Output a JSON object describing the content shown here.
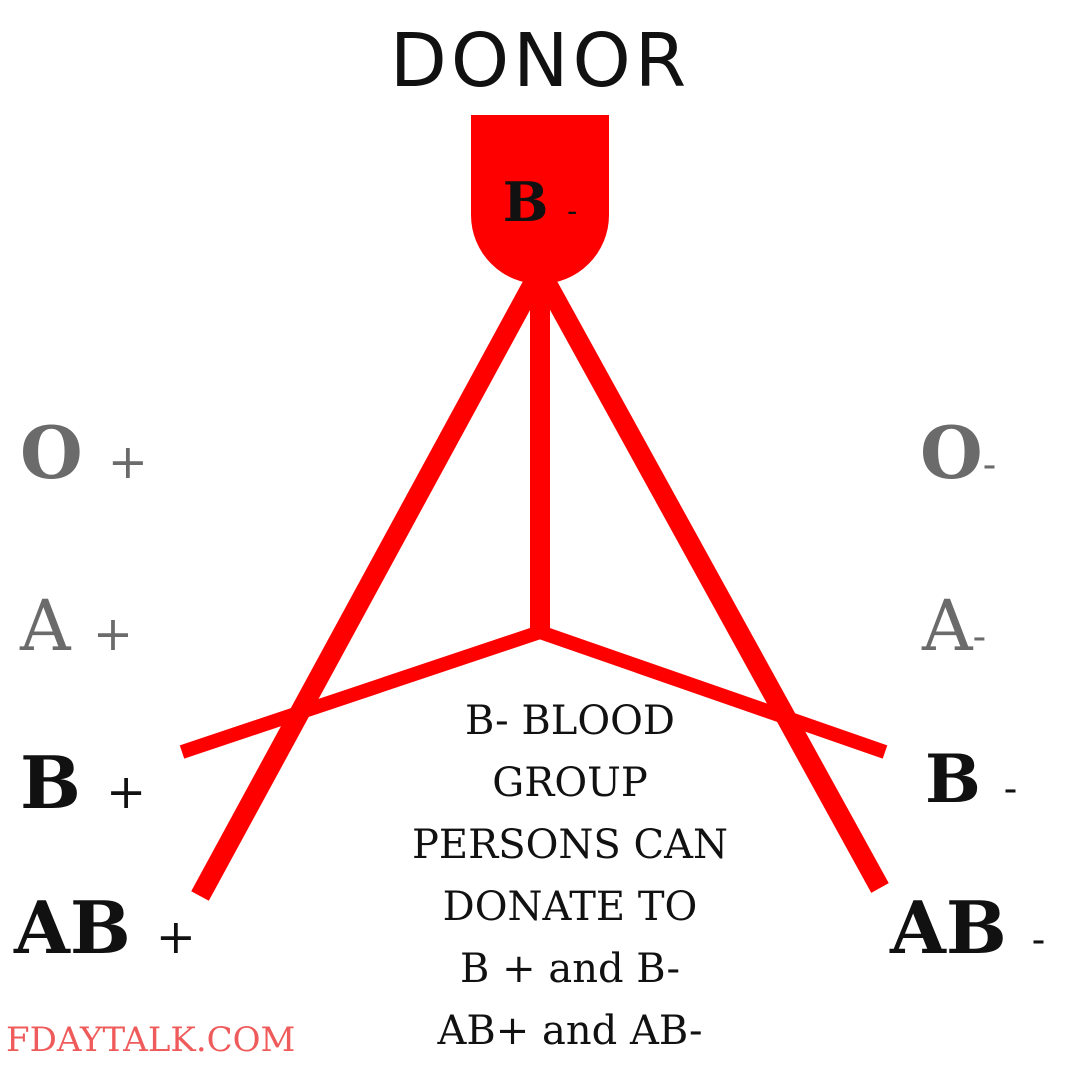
{
  "title": "DONOR",
  "donor": {
    "type": "B",
    "sign": "-"
  },
  "left_groups": [
    {
      "type": "O",
      "sign": "+"
    },
    {
      "type": "A",
      "sign": "+"
    },
    {
      "type": "B",
      "sign": "+"
    },
    {
      "type": "AB",
      "sign": "+"
    }
  ],
  "right_groups": [
    {
      "type": "O",
      "sign": "-"
    },
    {
      "type": "A",
      "sign": "-"
    },
    {
      "type": "B",
      "sign": "-"
    },
    {
      "type": "AB",
      "sign": "-"
    }
  ],
  "info_lines": [
    "B- BLOOD",
    "GROUP",
    "PERSONS CAN",
    "DONATE TO",
    "B + and B-",
    "AB+ and AB-"
  ],
  "watermark": "FDAYTALK.COM",
  "colors": {
    "accent_red": "#ff0000",
    "muted_gray": "#6b6b6b",
    "text_dark": "#111111",
    "watermark": "#ef5a5a"
  }
}
